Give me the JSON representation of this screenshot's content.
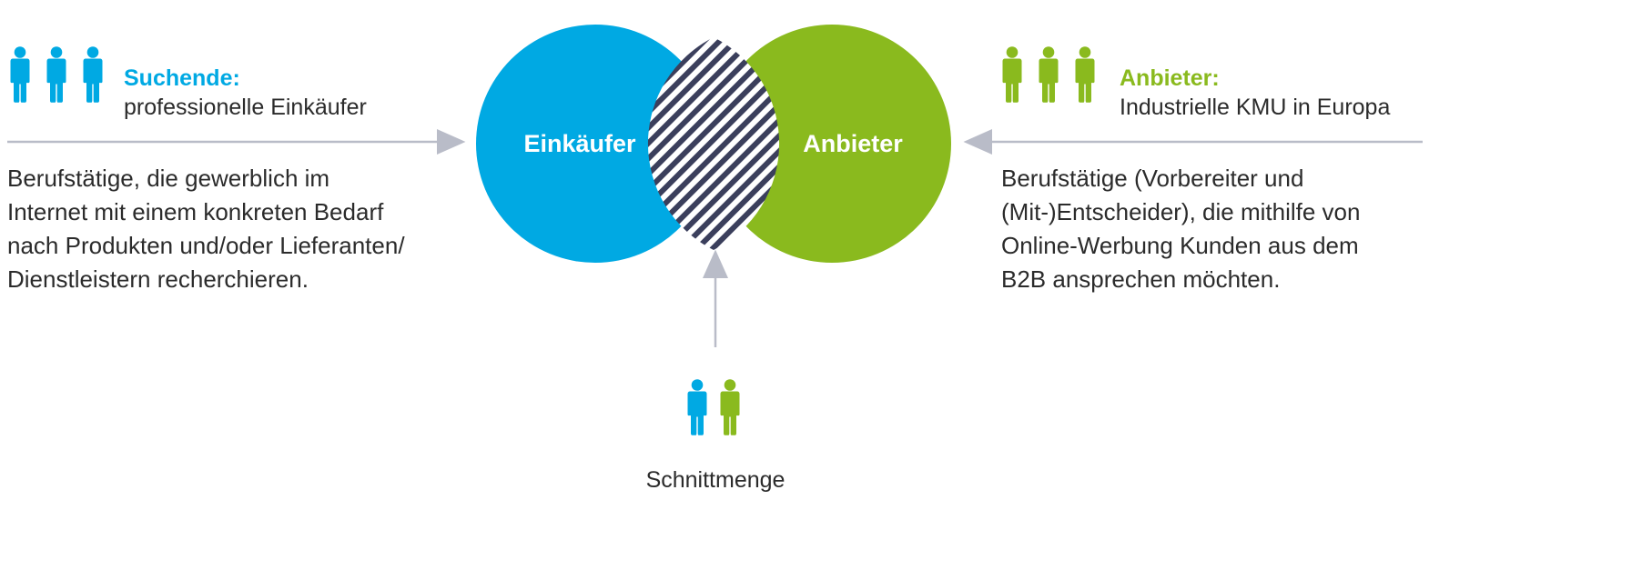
{
  "left": {
    "heading": "Suchende:",
    "subheading": "professionelle Einkäufer",
    "description": [
      "Berufstätige, die gewerblich im",
      "Internet mit einem konkreten Bedarf",
      "nach Produkten und/oder Lieferanten/",
      "Dienstleistern recherchieren."
    ]
  },
  "right": {
    "heading": "Anbieter:",
    "subheading": "Industrielle KMU in Europa",
    "description": [
      "Berufstätige (Vorbereiter und",
      "(Mit-)Entscheider), die mithilfe von",
      "Online-Werbung Kunden aus dem",
      "B2B ansprechen möchten."
    ]
  },
  "venn": {
    "left_label": "Einkäufer",
    "right_label": "Anbieter",
    "intersection_label": "Schnittmenge"
  },
  "colors": {
    "blue": "#00a9e3",
    "green": "#8aba1e",
    "arrow": "#b9bcc8",
    "hatch": "#3b3f5c"
  },
  "icons": {
    "person": "person-icon"
  }
}
